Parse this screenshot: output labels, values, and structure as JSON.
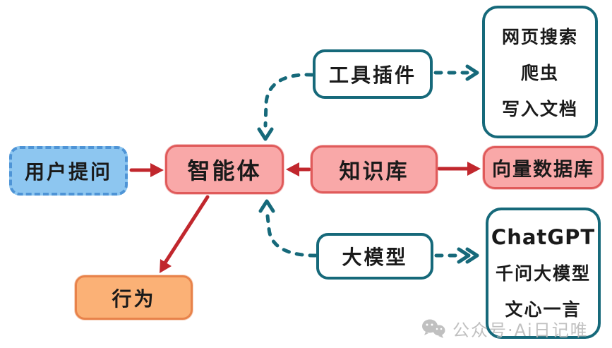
{
  "palette": {
    "teal": "#16697A",
    "arrow_red": "#C1272D",
    "pink_fill": "#F9A8A8",
    "pink_border": "#E05B5B",
    "blue_fill": "#8DC6F0",
    "blue_border": "#4E94D6",
    "orange_fill": "#FBB176",
    "orange_border": "#E8834B",
    "watermark_gray": "#BDBDBD",
    "text": "#1A1A1A"
  },
  "nodes": {
    "user_question": {
      "label": "用户提问"
    },
    "agent": {
      "label": "智能体"
    },
    "tool_plugin": {
      "label": "工具插件"
    },
    "knowledge_base": {
      "label": "知识库"
    },
    "vector_db": {
      "label": "向量数据库"
    },
    "llm": {
      "label": "大模型"
    },
    "action": {
      "label": "行为"
    },
    "tool_examples": {
      "lines": [
        "网页搜索",
        "爬虫",
        "写入文档"
      ]
    },
    "model_examples": {
      "lines": [
        "ChatGPT",
        "千问大模型",
        "文心一言"
      ]
    }
  },
  "edges": [
    {
      "from": "user_question",
      "to": "agent",
      "style": "solid-red"
    },
    {
      "from": "knowledge_base",
      "to": "agent",
      "style": "solid-red"
    },
    {
      "from": "knowledge_base",
      "to": "vector_db",
      "style": "solid-red"
    },
    {
      "from": "agent",
      "to": "action",
      "style": "solid-red"
    },
    {
      "from": "tool_plugin",
      "to": "agent",
      "style": "dashed-teal"
    },
    {
      "from": "tool_plugin",
      "to": "tool_examples",
      "style": "dashed-teal"
    },
    {
      "from": "llm",
      "to": "agent",
      "style": "dashed-teal"
    },
    {
      "from": "llm",
      "to": "model_examples",
      "style": "dashed-teal"
    }
  ],
  "watermark": {
    "icon": "wechat-icon",
    "text": "公众号·Ai日记唯"
  }
}
